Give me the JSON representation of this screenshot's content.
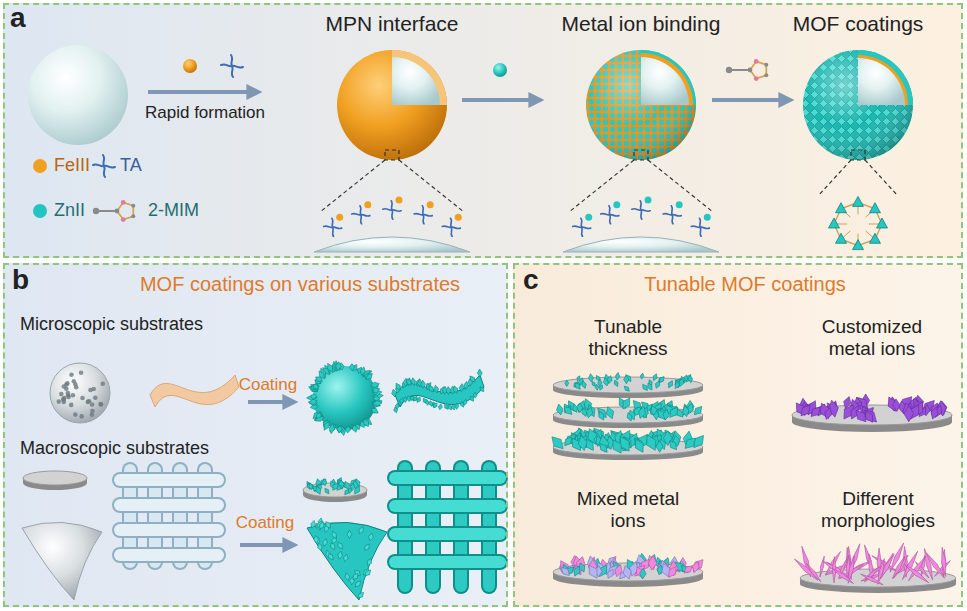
{
  "diagram": {
    "nodes": [
      {
        "text": [
          "a",
          "MPN interface",
          "Metal ion binding",
          "MOF coatings",
          "Rapid formation"
        ]
      },
      {
        "text": [
          "b",
          "MOF coatings on various substrates",
          "Microscopic substrates",
          "Coating",
          "Macroscopic substrates",
          "Coating"
        ]
      },
      {
        "text": [
          "c",
          "Tunable MOF coatings",
          "Tunable thickness",
          "Customized metal ions",
          "Mixed metal ions",
          "Different morphologies"
        ]
      }
    ],
    "legend": [
      {
        "text": "FeIII",
        "color": "#f0a020"
      },
      {
        "text": "TA"
      },
      {
        "text": "ZnII",
        "color": "#22c5c0"
      },
      {
        "text": "2-MIM"
      }
    ]
  }
}
